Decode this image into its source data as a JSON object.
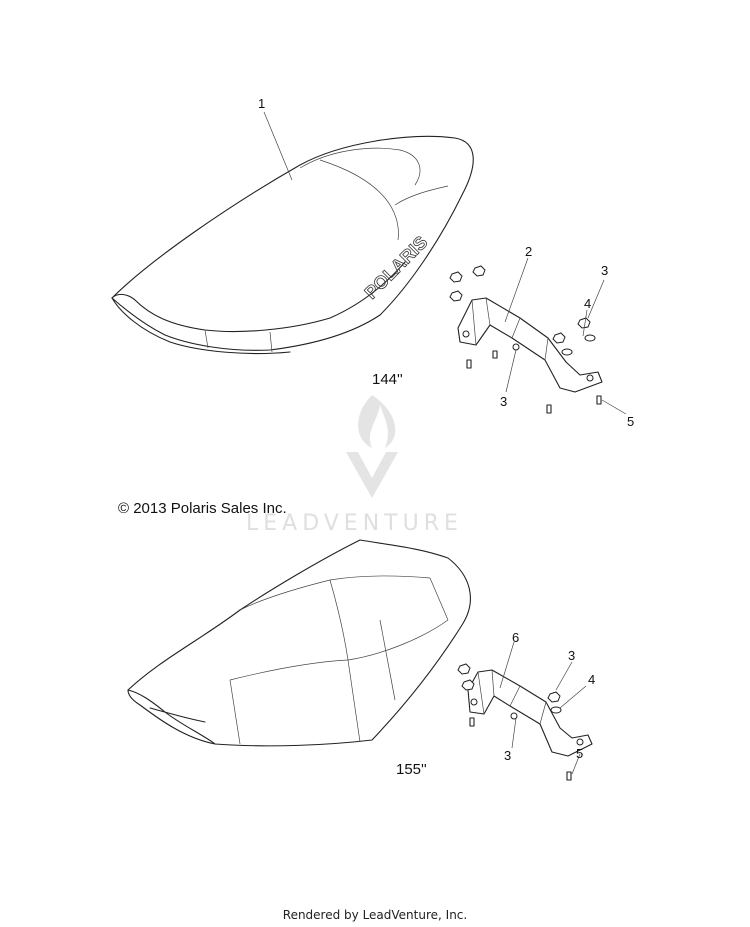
{
  "top_view": {
    "size_label": "144''",
    "callouts": [
      "1",
      "2",
      "3",
      "4",
      "3",
      "5"
    ],
    "seat_logo": "POLARIS"
  },
  "bottom_view": {
    "size_label": "155''",
    "callouts": [
      "6",
      "3",
      "4",
      "3",
      "5"
    ]
  },
  "copyright": "© 2013 Polaris Sales Inc.",
  "watermark": "LEADVENTURE",
  "footer": "Rendered by LeadVenture, Inc."
}
